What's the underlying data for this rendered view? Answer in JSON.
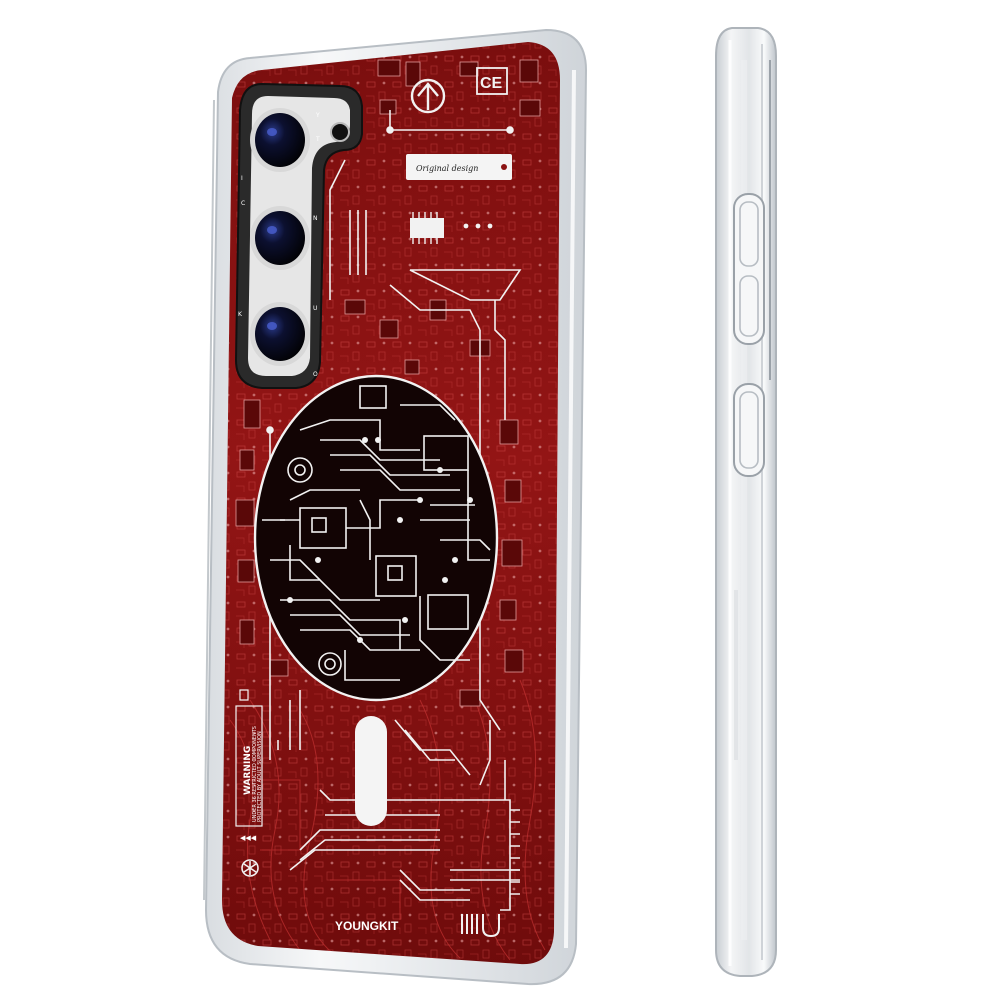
{
  "product": {
    "brand_label": "YOUNGKIT",
    "badge_label": "Original design",
    "ce_mark": "CE",
    "warning_title": "WARNING",
    "warning_line_1": "UNDER 36 RESTRICTED COMPONENTS",
    "warning_line_2": "PROTECTED BY ADULT SUPERVISION",
    "camera_side_letters": [
      "Y",
      "T",
      "I",
      "C",
      "N",
      "U",
      "K",
      "O"
    ]
  },
  "colors": {
    "pcb_red": "#8a1212",
    "pcb_dark": "#3a0505",
    "trace_light": "#f2f2f2",
    "magsafe_disc": "#120404",
    "case_clear": "#e9ecef",
    "camera_lens": "#0a0a14",
    "camera_ring": "#e8e8e8"
  },
  "icons": {
    "up-arrow-logo": "circle-with-up-arrow",
    "ce-mark": "ce-conformity-mark",
    "brand-symbol": "circle-asterisk-symbol",
    "pattern-mark": "stripe-and-u-mark"
  }
}
